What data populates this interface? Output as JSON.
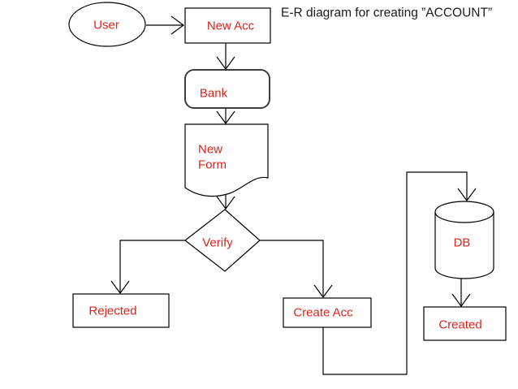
{
  "title": "E-R diagram for creating ”ACCOUNT”",
  "colors": {
    "node_label_text": "#da241d",
    "title_text": "#1b1b1b",
    "line": "#000000",
    "bank_border": "#3d3d3d",
    "background": "#ffffff"
  },
  "diagram": {
    "nodes": {
      "user": {
        "label": "User",
        "shape": "ellipse"
      },
      "new_acc": {
        "label": "New Acc",
        "shape": "rectangle"
      },
      "bank": {
        "label": "Bank",
        "shape": "rounded-rectangle"
      },
      "new_form": {
        "label": "New Form",
        "shape": "document",
        "lines": [
          "New",
          "Form"
        ]
      },
      "verify": {
        "label": "Verify",
        "shape": "decision-diamond"
      },
      "rejected": {
        "label": "Rejected",
        "shape": "rectangle"
      },
      "create_acc": {
        "label": "Create Acc",
        "shape": "rectangle"
      },
      "db": {
        "label": "DB",
        "shape": "database-cylinder"
      },
      "created": {
        "label": "Created",
        "shape": "rectangle"
      }
    },
    "edges": [
      {
        "from": "user",
        "to": "new_acc"
      },
      {
        "from": "new_acc",
        "to": "bank"
      },
      {
        "from": "bank",
        "to": "new_form"
      },
      {
        "from": "new_form",
        "to": "verify"
      },
      {
        "from": "verify",
        "to": "rejected"
      },
      {
        "from": "verify",
        "to": "create_acc"
      },
      {
        "from": "create_acc",
        "to": "db"
      },
      {
        "from": "db",
        "to": "created"
      }
    ]
  }
}
